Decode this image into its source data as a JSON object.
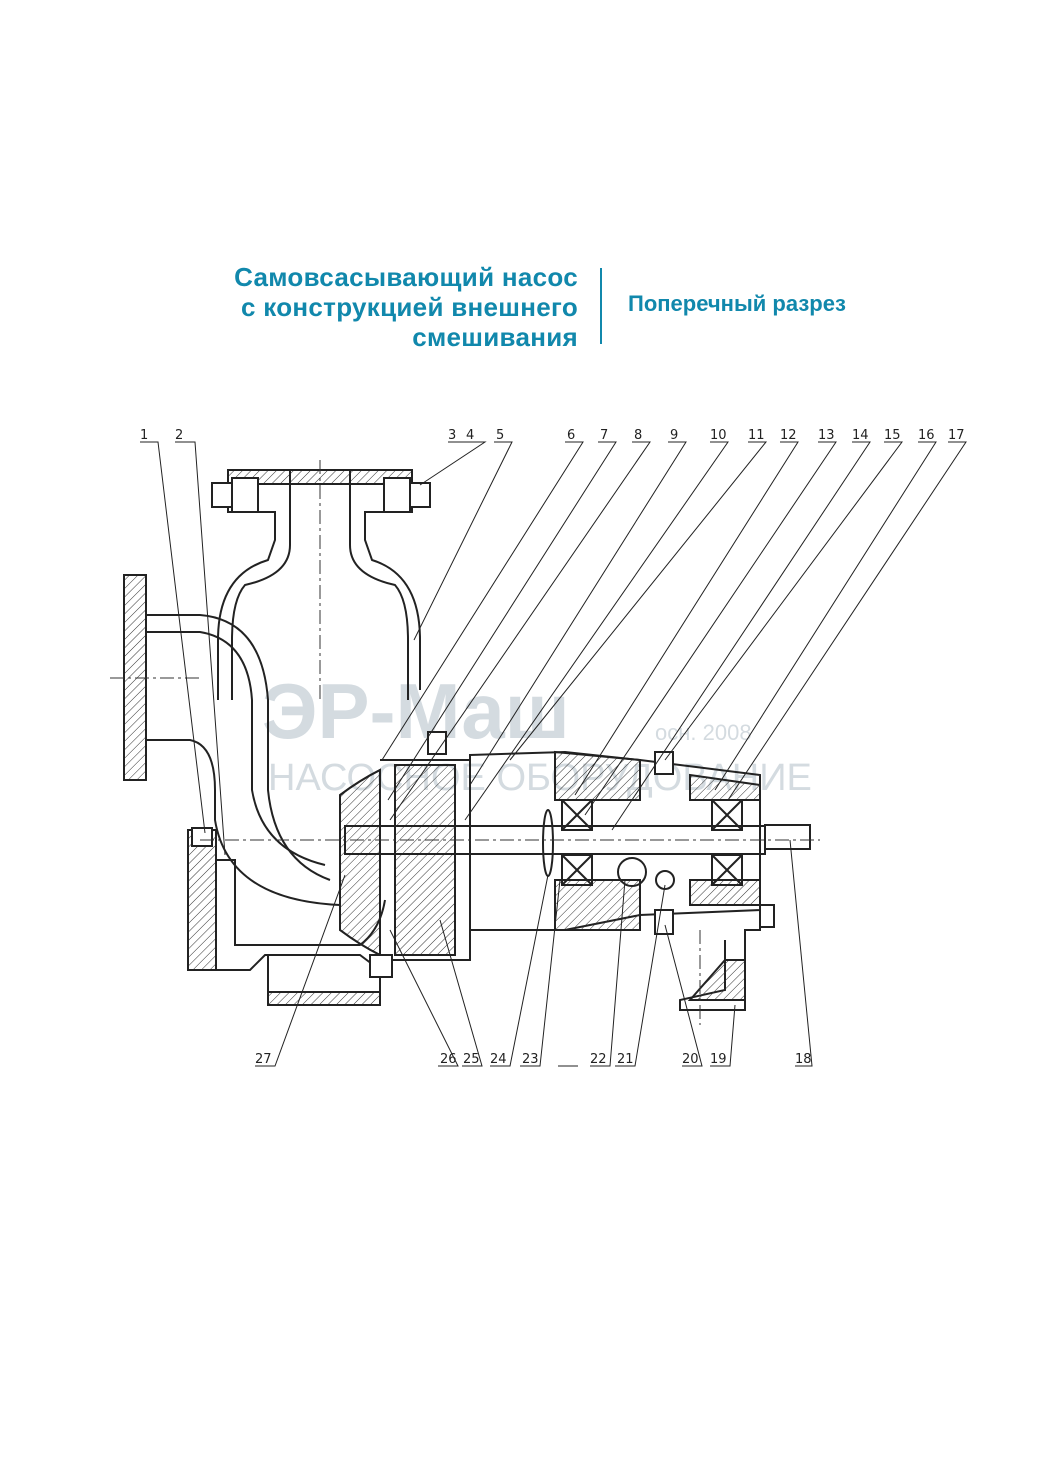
{
  "title": {
    "line1": "Самовсасывающий насос",
    "line2": "с конструкцией внешнего",
    "line3": "смешивания"
  },
  "subtitle": "Поперечный разрез",
  "colors": {
    "accent": "#1188ac",
    "line": "#222222",
    "watermark": "#d4dbe0"
  },
  "watermark": {
    "brand": "ЭР-Маш",
    "year": "осн. 2008",
    "tagline": "НАСОСНОЕ ОБОРУДОВАНИЕ"
  },
  "top_labels": [
    "1",
    "2",
    "3",
    "4",
    "5",
    "6",
    "7",
    "8",
    "9",
    "10",
    "11",
    "12",
    "13",
    "14",
    "15",
    "16",
    "17"
  ],
  "bottom_labels": [
    "27",
    "26",
    "25",
    "24",
    "23",
    "22",
    "21",
    "20",
    "19",
    "18"
  ]
}
